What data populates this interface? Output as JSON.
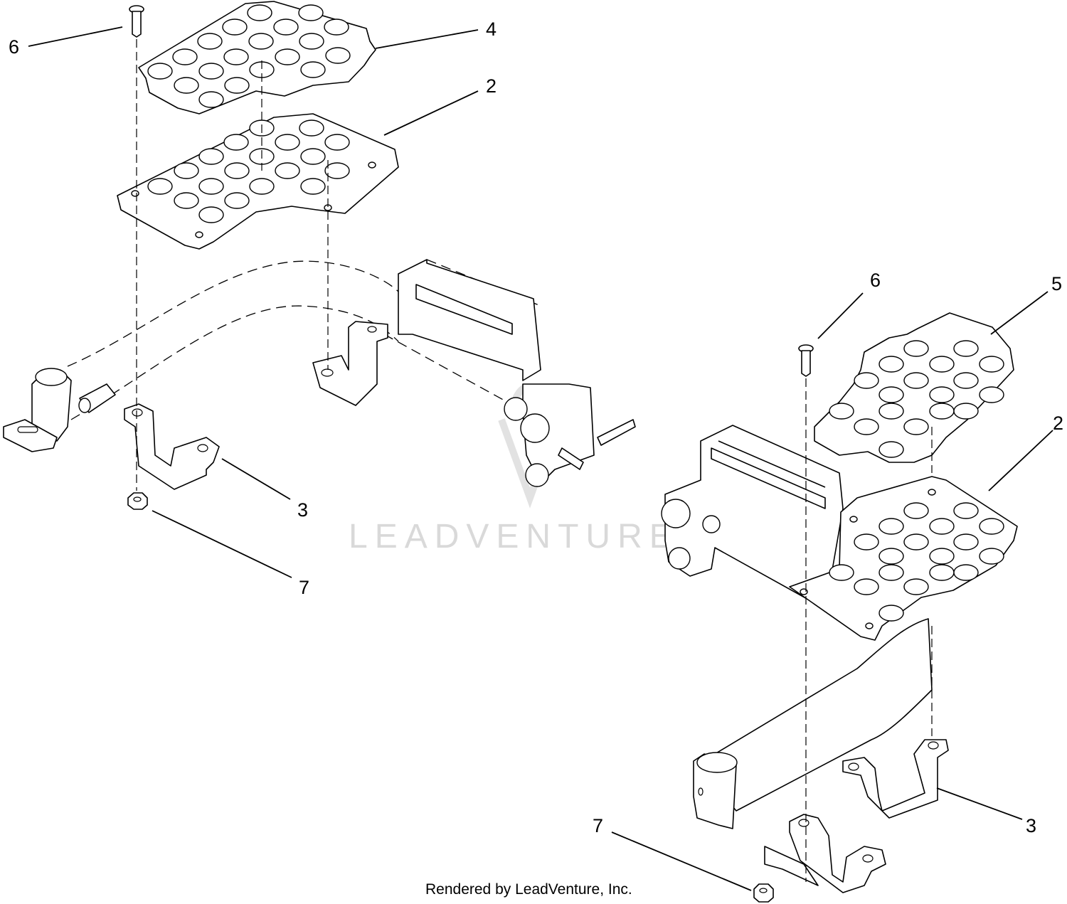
{
  "callouts": {
    "left_6": "6",
    "left_4": "4",
    "left_2": "2",
    "left_3": "3",
    "left_7": "7",
    "right_6": "6",
    "right_5": "5",
    "right_2": "2",
    "right_3": "3",
    "right_7": "7"
  },
  "watermark": "LEADVENTURE",
  "footer": "Rendered by LeadVenture, Inc.",
  "colors": {
    "line": "#000000",
    "background": "#ffffff",
    "watermark": "#d9d9d9"
  }
}
